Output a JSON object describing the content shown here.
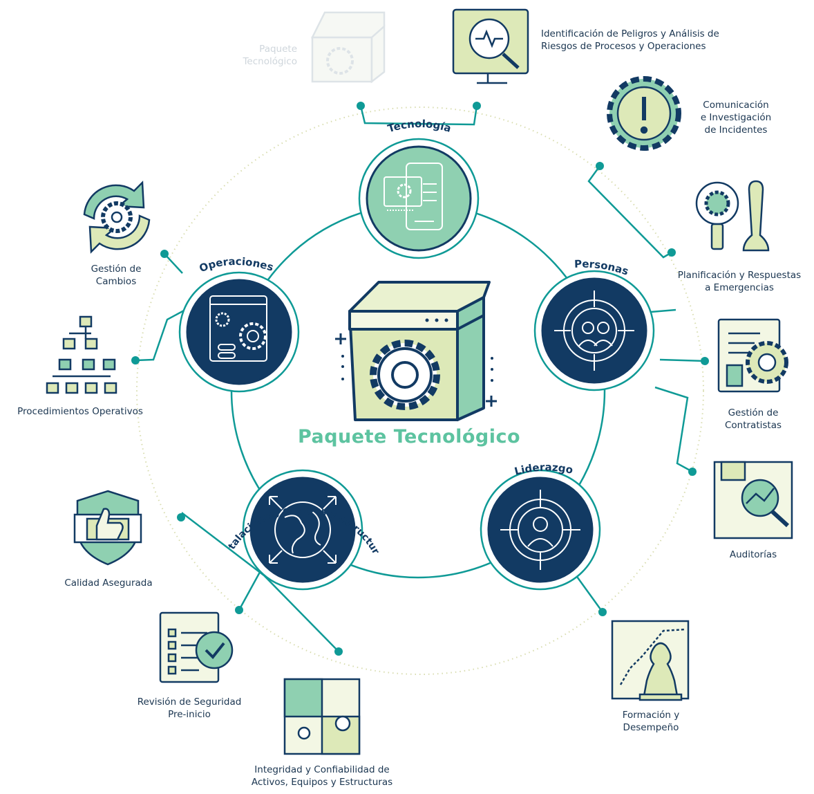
{
  "center": {
    "title": "Paquete Tecnológico"
  },
  "pillars": {
    "tecnologia": "Tecnología",
    "personas": "Personas",
    "operaciones": "Operaciones",
    "liderazgo": "Liderazgo",
    "instalaciones": "Instalaciones, equipos y estructuras"
  },
  "elements": {
    "paquete": [
      "Paquete",
      "Tecnológico"
    ],
    "identificacion": [
      "Identificación de Peligros y Análisis de",
      "Riesgos de Procesos y Operaciones"
    ],
    "comunicacion": [
      "Comunicación",
      "e Investigación",
      "de Incidentes"
    ],
    "planificacion": [
      "Planificación y Respuestas",
      "a Emergencias"
    ],
    "contratistas": [
      "Gestión de",
      "Contratistas"
    ],
    "auditorias": [
      "Auditorías"
    ],
    "formacion": [
      "Formación y",
      "Desempeño"
    ],
    "integridad": [
      "Integridad y Confiabilidad de",
      "Activos, Equipos y Estructuras"
    ],
    "revision": [
      "Revisión de Seguridad",
      "Pre-inicio"
    ],
    "calidad": [
      "Calidad Asegurada"
    ],
    "procedimientos": [
      "Procedimientos Operativos"
    ],
    "cambios": [
      "Gestión de",
      "Cambios"
    ]
  },
  "colors": {
    "navy": "#123a63",
    "teal": "#0f9a96",
    "mint": "#8fd0b1",
    "lime": "#dde9b8",
    "title_green": "#5dc3a0",
    "dotted": "#d8dcae"
  }
}
